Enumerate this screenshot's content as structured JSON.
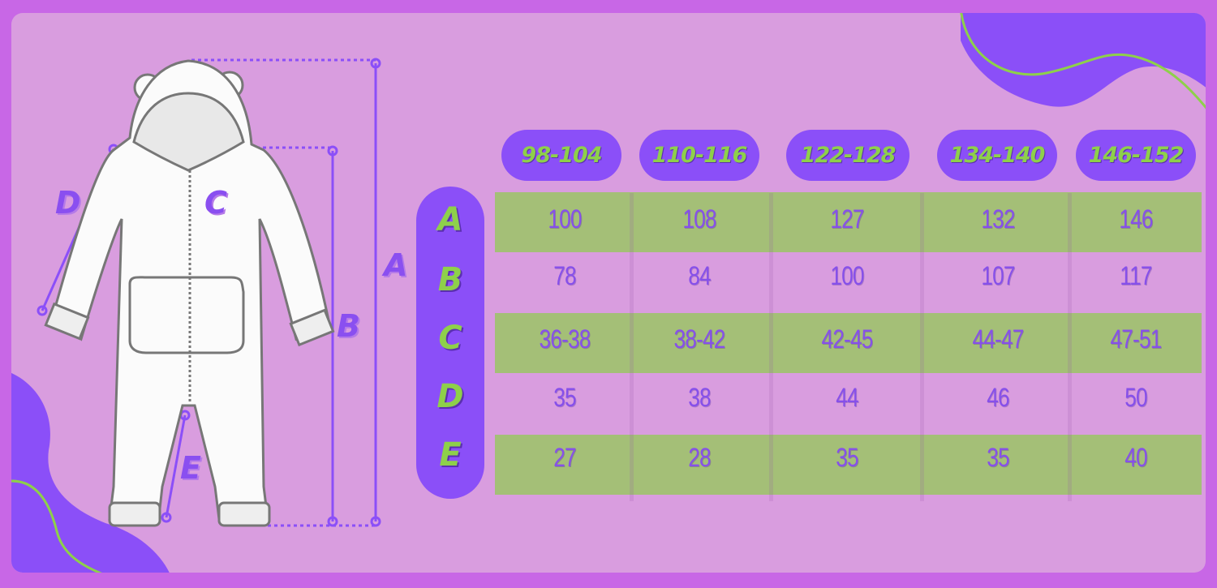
{
  "sizes": [
    "98-104",
    "110-116",
    "122-128",
    "134-140",
    "146-152"
  ],
  "dimensions": {
    "A": "A",
    "B": "B",
    "C": "C",
    "D": "D",
    "E": "E"
  },
  "rows": [
    {
      "label": "A",
      "values": [
        "100",
        "108",
        "127",
        "132",
        "146"
      ]
    },
    {
      "label": "B",
      "values": [
        "78",
        "84",
        "100",
        "107",
        "117"
      ]
    },
    {
      "label": "C",
      "values": [
        "36-38",
        "38-42",
        "42-45",
        "44-47",
        "47-51"
      ]
    },
    {
      "label": "D",
      "values": [
        "35",
        "38",
        "44",
        "46",
        "50"
      ]
    },
    {
      "label": "E",
      "values": [
        "27",
        "28",
        "35",
        "35",
        "40"
      ]
    }
  ],
  "colors": {
    "background": "#c867e6",
    "card": "#d99ddf",
    "accent_purple": "#8b4ff8",
    "accent_green": "#8ed04a",
    "band_green": "#a4bf77",
    "value_text": "#8650ea"
  },
  "icons": {
    "garment": "baby-onesie-with-hood-and-ears-icon"
  }
}
